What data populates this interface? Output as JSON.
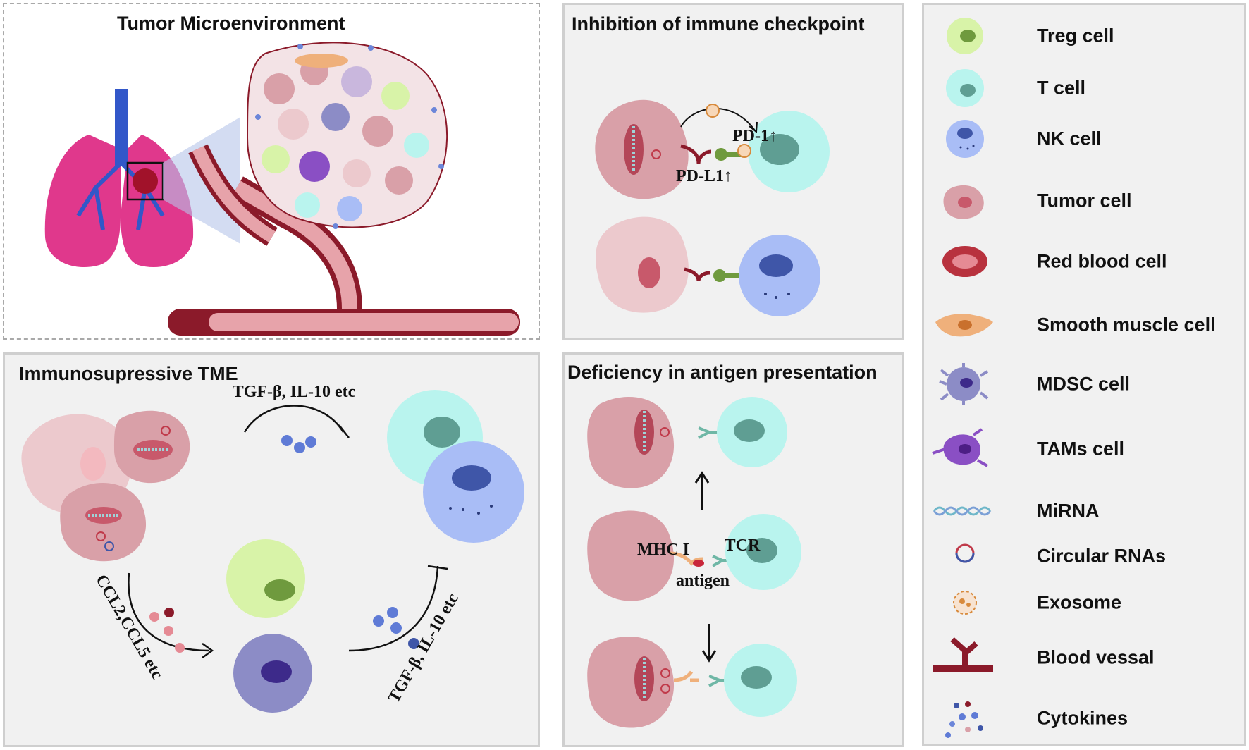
{
  "panels": {
    "tme": {
      "title": "Tumor Microenvironment"
    },
    "checkpoint": {
      "title": "Inhibition of immune checkpoint",
      "pd1": "PD-1↑",
      "pdl1": "PD-L1↑"
    },
    "immuno": {
      "title": "Immunosupressive TME",
      "top_label": "TGF-β, IL-10 etc",
      "left_label": "CCL2,CCL5 etc",
      "right_label": "TGF-β, IL-10 etc"
    },
    "antigen": {
      "title": "Deficiency in antigen presentation",
      "mhc": "MHC I",
      "tcr": "TCR",
      "antigen": "antigen"
    }
  },
  "legend": [
    {
      "icon": "treg-cell-icon",
      "label": "Treg cell"
    },
    {
      "icon": "t-cell-icon",
      "label": "T cell"
    },
    {
      "icon": "nk-cell-icon",
      "label": "NK  cell"
    },
    {
      "icon": "tumor-cell-icon",
      "label": "Tumor cell"
    },
    {
      "icon": "red-blood-cell-icon",
      "label": "Red blood cell"
    },
    {
      "icon": "smooth-muscle-cell-icon",
      "label": "Smooth muscle cell"
    },
    {
      "icon": "mdsc-cell-icon",
      "label": "MDSC cell"
    },
    {
      "icon": "tam-cell-icon",
      "label": "TAMs cell"
    },
    {
      "icon": "mirna-icon",
      "label": "MiRNA"
    },
    {
      "icon": "circular-rna-icon",
      "label": "Circular RNAs"
    },
    {
      "icon": "exosome-icon",
      "label": "Exosome"
    },
    {
      "icon": "blood-vessel-icon",
      "label": "Blood  vessal"
    },
    {
      "icon": "cytokines-icon",
      "label": "Cytokines"
    }
  ],
  "colors": {
    "tumor": "#d9a0a8",
    "tumor_light": "#ecc9cd",
    "t_cell": "#b9f4ee",
    "t_nucleus": "#5f9e93",
    "nk_cell": "#a9bdf6",
    "nk_nucleus": "#3f56a8",
    "treg_cell": "#d8f3a8",
    "treg_nucleus": "#6f9a3e",
    "mdsc": "#8c8cc6",
    "tam": "#8a4fc4",
    "rbc": "#b8323e",
    "vessel": "#8b1a2a",
    "smooth_muscle": "#efb07b",
    "lung": "#e0388c",
    "airway": "#3257c9"
  }
}
